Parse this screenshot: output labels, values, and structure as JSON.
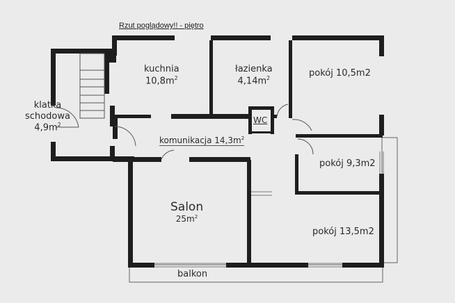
{
  "title": "Rzut poglądowy!! -  piętro",
  "rooms": {
    "klatka": {
      "name_line1": "klatka",
      "name_line2": "schodowa",
      "area": "4,9m",
      "unit_sup": "2"
    },
    "kuchnia": {
      "name": "kuchnia",
      "area": "10,8m",
      "unit_sup": "2"
    },
    "lazienka": {
      "name": "łazienka",
      "area": "4,14m",
      "unit_sup": "2"
    },
    "pokoj1": {
      "label": "pokój 10,5m2"
    },
    "wc": {
      "label": "WC"
    },
    "komunikacja": {
      "name": "komunikacja 14,3m",
      "unit_sup": "2"
    },
    "pokoj2": {
      "label": "pokój 9,3m2"
    },
    "salon": {
      "name": "Salon",
      "area": "25m",
      "unit_sup": "2"
    },
    "pokoj3": {
      "label": "pokój 13,5m2"
    },
    "balkon": {
      "label": "balkon"
    }
  },
  "colors": {
    "background": "#ebebeb",
    "wall": "#1e1e1e",
    "thin_line": "#7a7a7a"
  }
}
